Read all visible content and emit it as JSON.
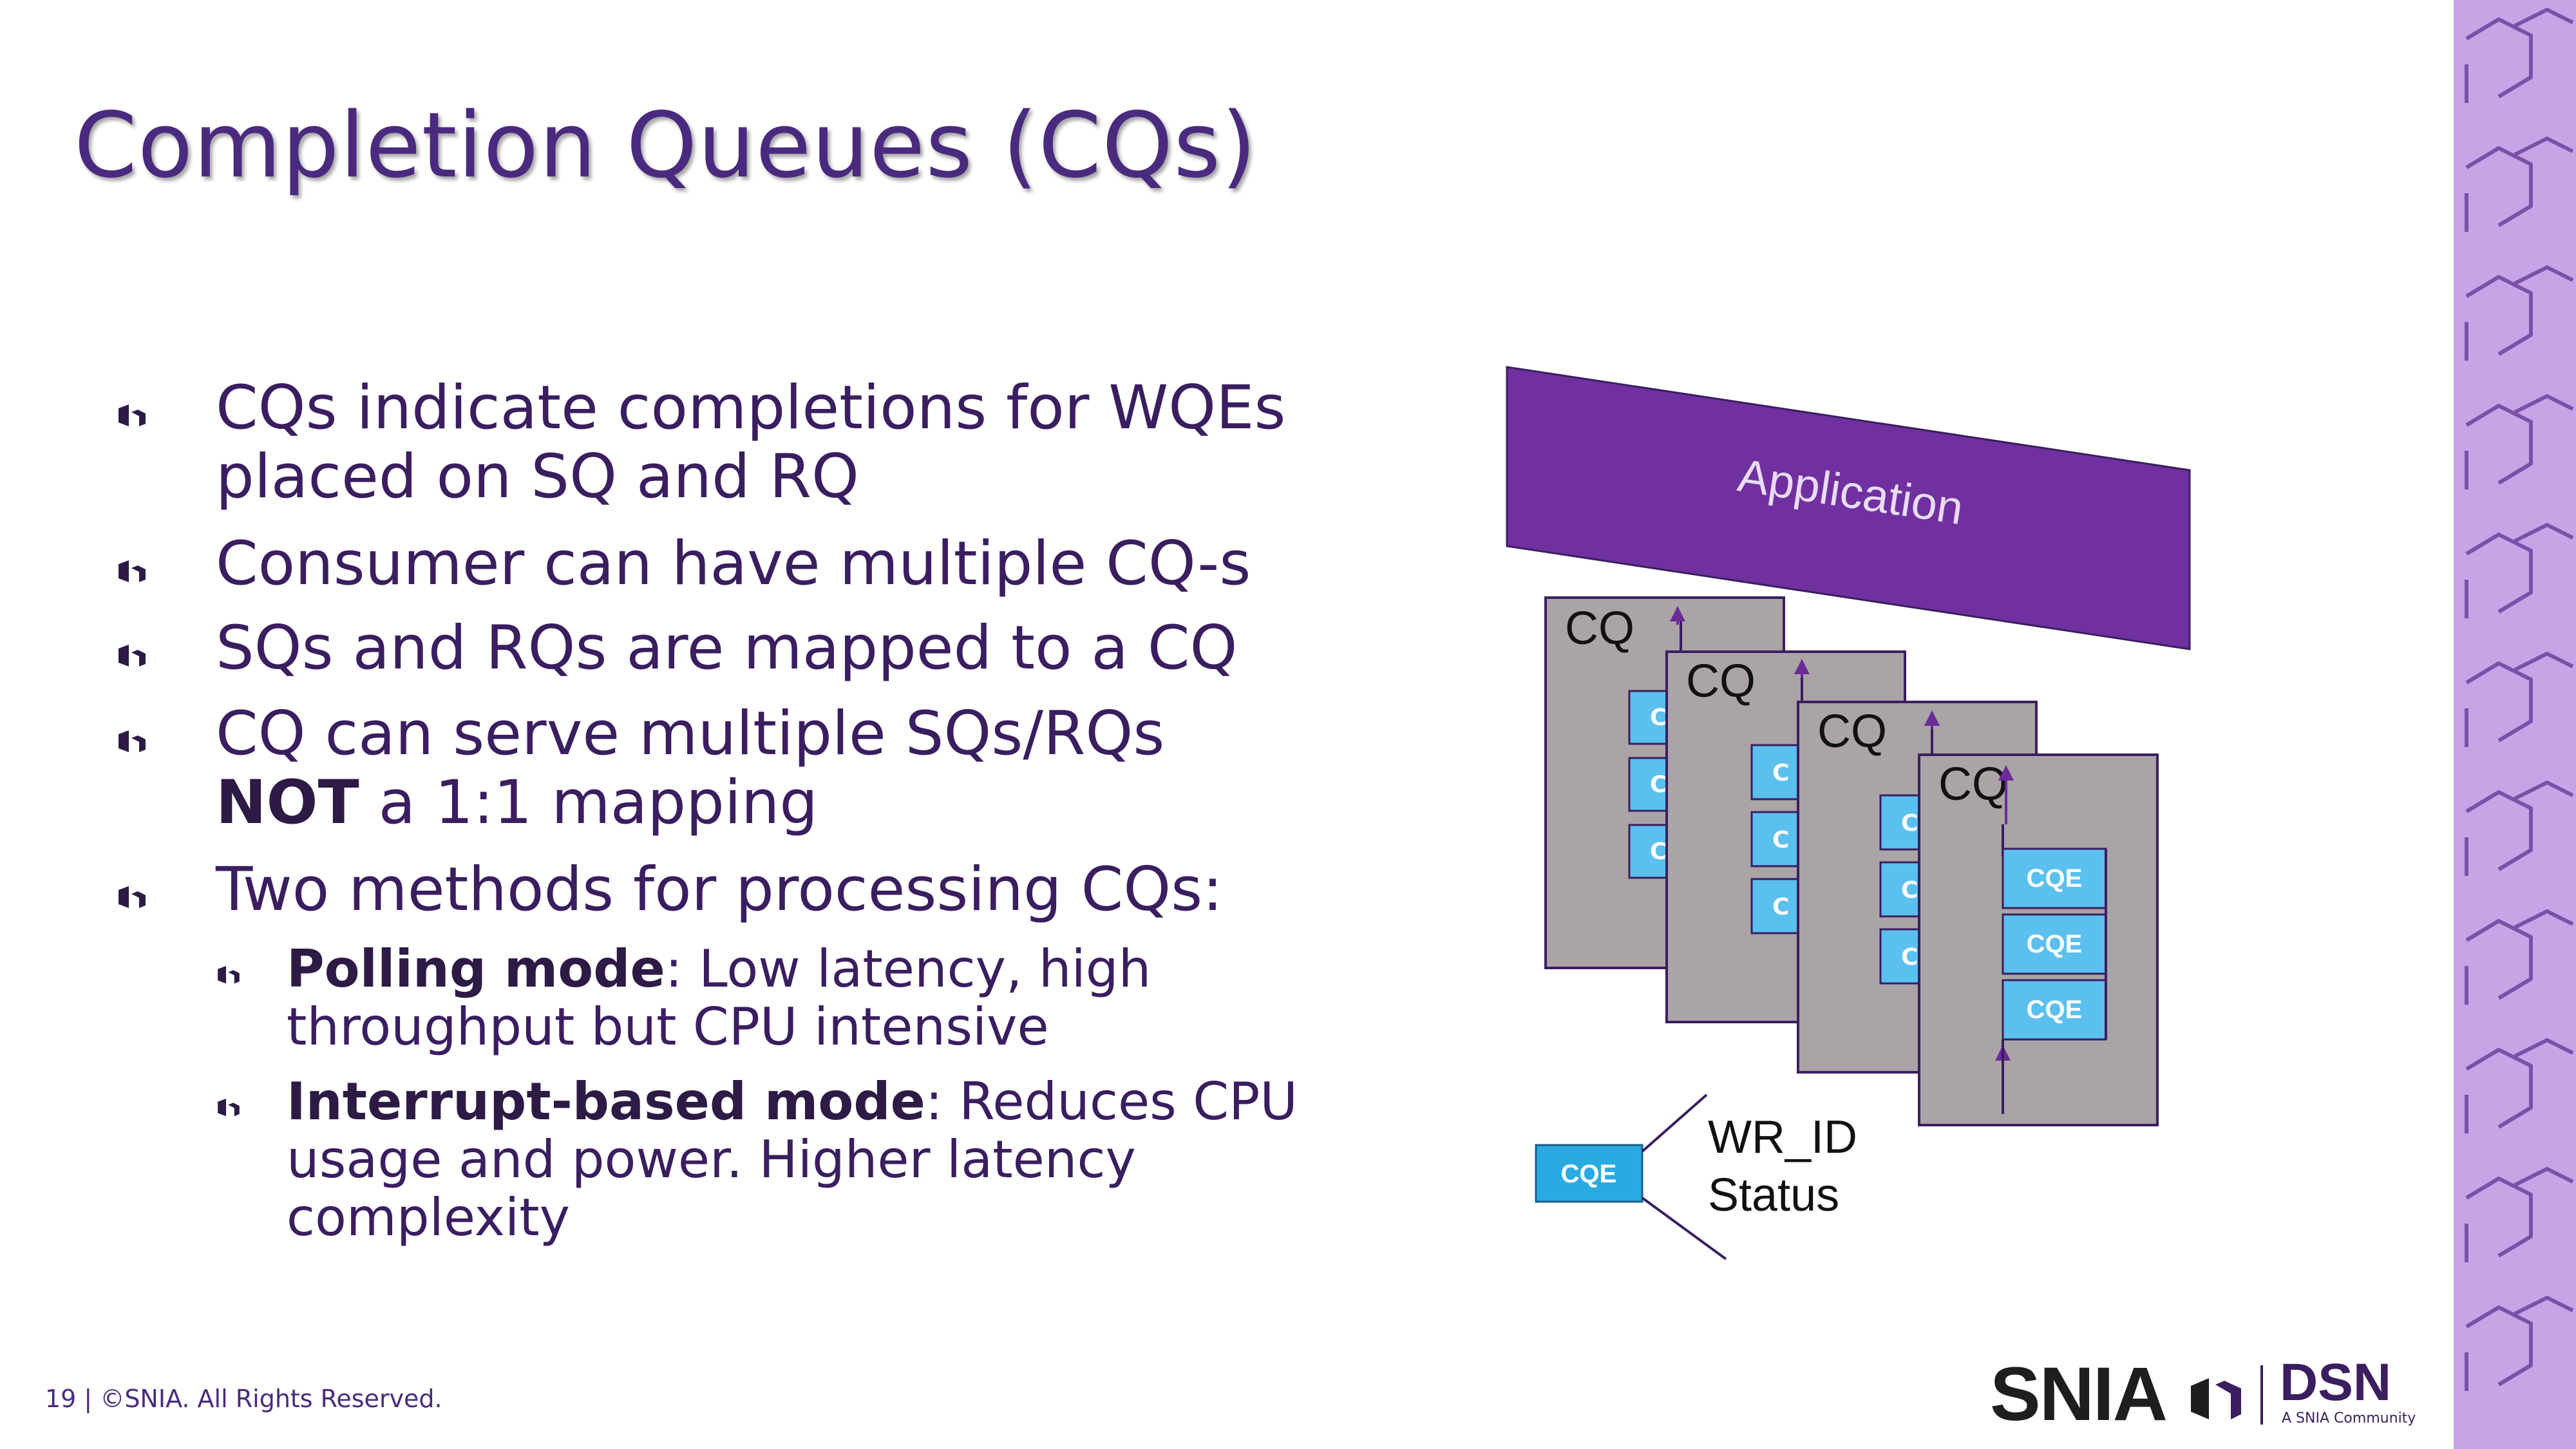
{
  "slide": {
    "title": "Completion Queues (CQs)",
    "bullets": [
      {
        "text": "CQs indicate completions for WQEs placed on SQ and RQ"
      },
      {
        "text": "Consumer can have multiple CQ-s"
      },
      {
        "text": "SQs and RQs are mapped to a CQ"
      },
      {
        "line1": "CQ can serve multiple SQs/RQs",
        "bold": "NOT",
        "rest": " a 1:1 mapping"
      },
      {
        "text": "Two methods for processing CQs:"
      }
    ],
    "sub_bullets": [
      {
        "bold": "Polling mode",
        "rest": ": Low latency, high throughput but CPU intensive"
      },
      {
        "bold": "Interrupt-based mode",
        "rest": ": Reduces CPU usage and power. Higher latency complexity"
      }
    ],
    "footer": "19 | ©SNIA. All Rights Reserved."
  },
  "diagram": {
    "application_label": "Application",
    "cq_label": "CQ",
    "cqe_label": "CQE",
    "partial_cqe_label": "C",
    "fields": [
      "WR_ID",
      "Status"
    ]
  },
  "logos": {
    "snia": "SNIA",
    "dsn": "DSN",
    "dsn_sub": "A SNIA Community"
  },
  "colors": {
    "title": "#4a2a7e",
    "text": "#3a1e60",
    "application_bar": "#7030a0",
    "cq_box": "#aaa4a6",
    "cqe_fill": "#29abe2",
    "cqe_fill_back": "#5bc0ee",
    "side_band": "#c5a5e6",
    "side_pattern": "#7a50a8"
  },
  "icons": [
    "bullet-chevron-icon",
    "snia-logo-icon",
    "side-chevron-pattern"
  ]
}
